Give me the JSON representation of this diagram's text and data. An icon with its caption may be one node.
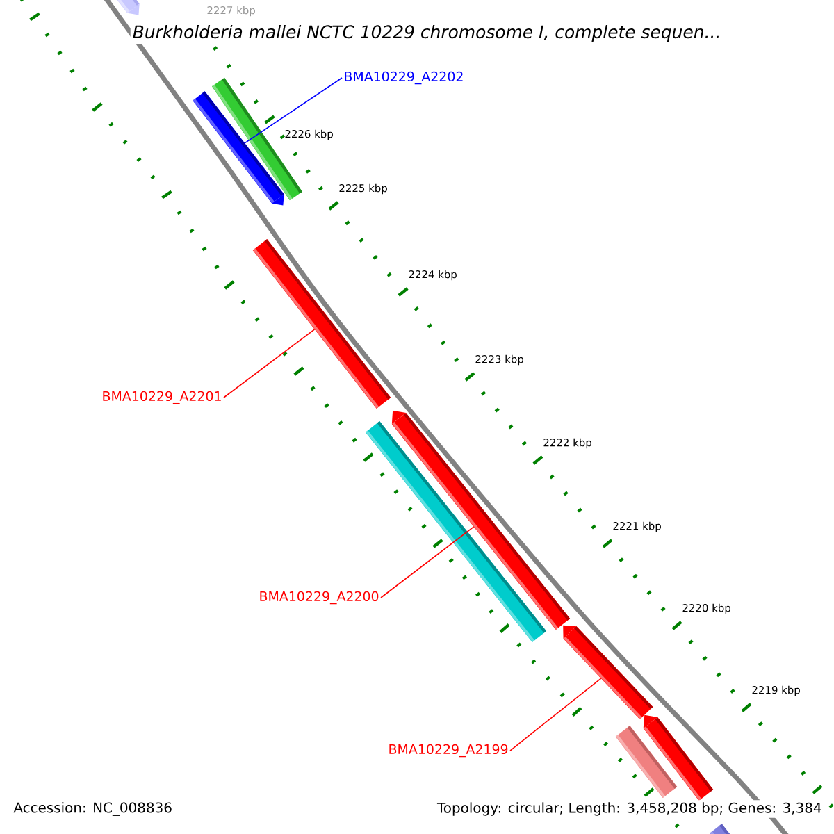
{
  "diagram": {
    "title": "Burkholderia mallei NCTC 10229 chromosome I, complete sequen...",
    "nodes": [
      {
        "text": [],
        "shape": "bar"
      },
      {
        "text": [
          "BMA10229_A2202"
        ]
      },
      {
        "text": [],
        "shape": "bar"
      },
      {
        "text": [],
        "shape": "bar"
      },
      {
        "text": [],
        "shape": "bar"
      },
      {
        "text": [
          "BMA10229_A2201"
        ]
      },
      {
        "text": [],
        "shape": "bar"
      },
      {
        "text": [],
        "shape": "bar"
      },
      {
        "text": [
          "BMA10229_A2200"
        ]
      },
      {
        "text": [],
        "shape": "bar"
      },
      {
        "text": [],
        "shape": "bar"
      },
      {
        "text": [],
        "shape": "bar"
      },
      {
        "text": [
          "BMA10229_A2199"
        ]
      },
      {
        "text": [],
        "shape": "bar"
      }
    ],
    "edges": [
      {
        "from": 1,
        "to": 3,
        "arrow": "none",
        "color": "#0000ff"
      },
      {
        "from": 5,
        "to": 4,
        "arrow": "none"
      },
      {
        "from": 8,
        "to": 6,
        "arrow": "none"
      },
      {
        "from": 12,
        "to": 9,
        "arrow": "none"
      }
    ],
    "labels": [
      "2227 kbp",
      "2226 kbp",
      "2225 kbp",
      "2224 kbp",
      "2223 kbp",
      "2222 kbp",
      "2221 kbp",
      "2220 kbp",
      "2219 kbp",
      "Accession: NC_008836",
      "Topology: circular; Length: 3,458,208 bp; Genes: 3,384"
    ]
  }
}
